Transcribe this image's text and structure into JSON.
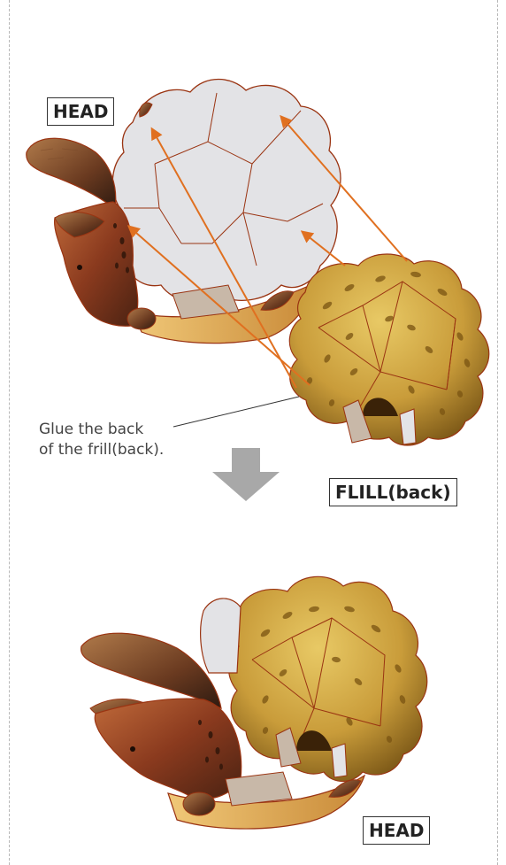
{
  "labels": {
    "head_top": "HEAD",
    "frill_back": "FLILL(back)",
    "head_bottom": "HEAD"
  },
  "instruction": {
    "line1": "Glue the back",
    "line2": "of the frill(back)."
  },
  "colors": {
    "arrow": "#e07020",
    "down_arrow": "#a8a8a8",
    "outline": "#9a3412",
    "frill_light": "#d9b44a",
    "frill_dark": "#8a6a1e",
    "head_brown": "#9a4a2a",
    "grey_panel": "#e3e3e6"
  },
  "icons": {
    "step_arrow": "down-arrow-icon"
  }
}
